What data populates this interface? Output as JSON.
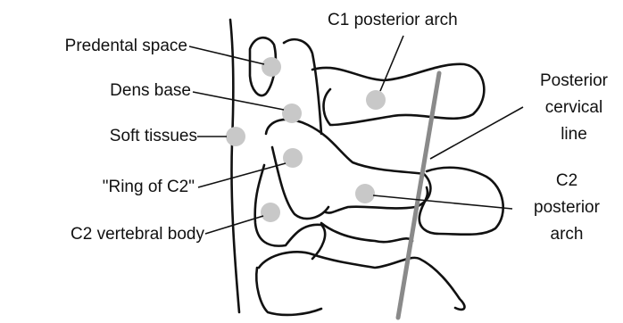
{
  "labels": {
    "predental_space": "Predental space",
    "dens_base": "Dens base",
    "soft_tissues": "Soft tissues",
    "ring_of_c2": "\"Ring of C2\"",
    "c2_vertebral_body": "C2 vertebral body",
    "c1_posterior_arch": "C1 posterior arch",
    "posterior_cervical_line": [
      "Posterior",
      "cervical",
      "line"
    ],
    "c2_posterior_arch": [
      "C2",
      "posterior",
      "arch"
    ]
  },
  "colors": {
    "outline": "#111111",
    "marker_dot": "#c8c8c8",
    "posterior_cervical_line": "#8a8a8a"
  }
}
